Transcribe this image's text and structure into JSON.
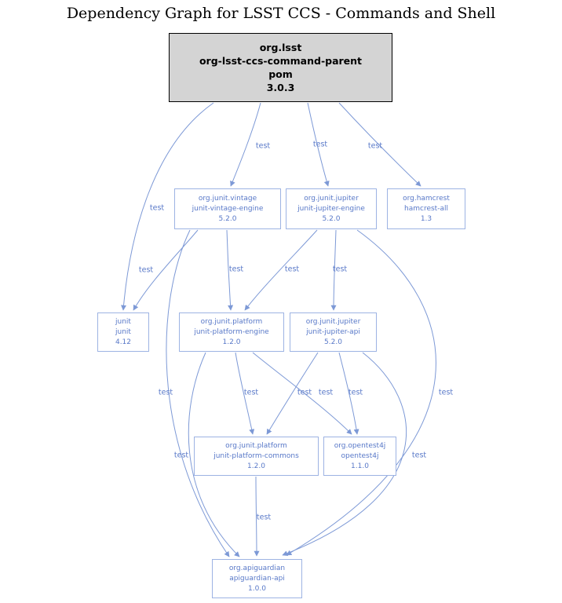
{
  "title": "Dependency Graph for LSST CCS - Commands and Shell",
  "colors": {
    "background": "#ffffff",
    "title_text": "#000000",
    "node_border": "#9db3e3",
    "node_text": "#5878c8",
    "edge": "#7d99d6",
    "edge_label_text": "#5878c8",
    "root_node_bg": "#d4d4d4",
    "root_node_border": "#000000",
    "root_node_text": "#000000"
  },
  "nodes": {
    "root": {
      "lines": [
        "org.lsst",
        "org-lsst-ccs-command-parent",
        "pom",
        "3.0.3"
      ]
    },
    "vintage": {
      "lines": [
        "org.junit.vintage",
        "junit-vintage-engine",
        "5.2.0"
      ]
    },
    "jupiter_engine": {
      "lines": [
        "org.junit.jupiter",
        "junit-jupiter-engine",
        "5.2.0"
      ]
    },
    "hamcrest": {
      "lines": [
        "org.hamcrest",
        "hamcrest-all",
        "1.3"
      ]
    },
    "junit": {
      "lines": [
        "junit",
        "junit",
        "4.12"
      ]
    },
    "platform_engine": {
      "lines": [
        "org.junit.platform",
        "junit-platform-engine",
        "1.2.0"
      ]
    },
    "jupiter_api": {
      "lines": [
        "org.junit.jupiter",
        "junit-jupiter-api",
        "5.2.0"
      ]
    },
    "platform_commons": {
      "lines": [
        "org.junit.platform",
        "junit-platform-commons",
        "1.2.0"
      ]
    },
    "opentest4j": {
      "lines": [
        "org.opentest4j",
        "opentest4j",
        "1.1.0"
      ]
    },
    "apiguardian": {
      "lines": [
        "org.apiguardian",
        "apiguardian-api",
        "1.0.0"
      ]
    }
  },
  "edges": [
    {
      "from": "org-lsst-ccs-command-parent",
      "to": "junit-vintage-engine",
      "label": "test"
    },
    {
      "from": "org-lsst-ccs-command-parent",
      "to": "junit-jupiter-engine",
      "label": "test"
    },
    {
      "from": "org-lsst-ccs-command-parent",
      "to": "hamcrest-all",
      "label": "test"
    },
    {
      "from": "org-lsst-ccs-command-parent",
      "to": "junit",
      "label": "test"
    },
    {
      "from": "junit-vintage-engine",
      "to": "junit",
      "label": "test"
    },
    {
      "from": "junit-vintage-engine",
      "to": "junit-platform-engine",
      "label": "test"
    },
    {
      "from": "junit-jupiter-engine",
      "to": "junit-platform-engine",
      "label": "test"
    },
    {
      "from": "junit-jupiter-engine",
      "to": "junit-jupiter-api",
      "label": "test"
    },
    {
      "from": "junit-vintage-engine",
      "to": "apiguardian-api",
      "label": "test"
    },
    {
      "from": "junit-jupiter-engine",
      "to": "apiguardian-api",
      "label": "test"
    },
    {
      "from": "junit-platform-engine",
      "to": "junit-platform-commons",
      "label": "test"
    },
    {
      "from": "junit-platform-engine",
      "to": "opentest4j",
      "label": "test"
    },
    {
      "from": "junit-platform-engine",
      "to": "apiguardian-api",
      "label": "test"
    },
    {
      "from": "junit-jupiter-api",
      "to": "junit-platform-commons",
      "label": "test"
    },
    {
      "from": "junit-jupiter-api",
      "to": "opentest4j",
      "label": "test"
    },
    {
      "from": "junit-jupiter-api",
      "to": "apiguardian-api",
      "label": "test"
    },
    {
      "from": "junit-platform-commons",
      "to": "apiguardian-api",
      "label": "test"
    }
  ]
}
